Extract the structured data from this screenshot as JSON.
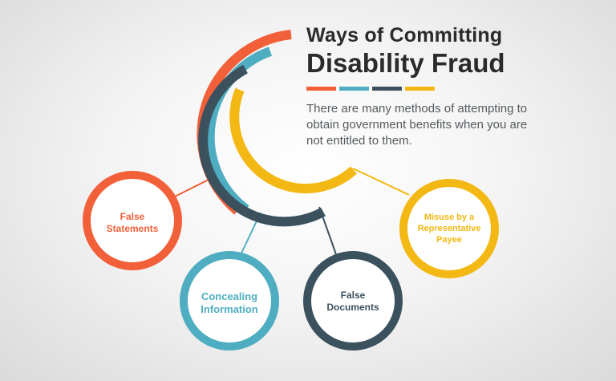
{
  "title_line1": "Ways of Committing",
  "title_line2": "Disability Fraud",
  "description": "There are many methods of attempting to obtain government benefits when you are not entitled to them.",
  "colors": {
    "orange": "#f2603a",
    "teal": "#4fadc1",
    "navy": "#3b515e",
    "yellow": "#f3b813",
    "text_dark": "#2b2b2b",
    "text_gray": "#555a5e"
  },
  "nodes": [
    {
      "line1": "False",
      "line2": "Statements",
      "color": "#f2603a"
    },
    {
      "line1": "Concealing",
      "line2": "Information",
      "color": "#4fadc1"
    },
    {
      "line1": "False",
      "line2": "Documents",
      "color": "#3b515e"
    },
    {
      "line1": "Misuse by a",
      "line2": "Representative",
      "line3": "Payee",
      "color": "#f3b813"
    }
  ]
}
